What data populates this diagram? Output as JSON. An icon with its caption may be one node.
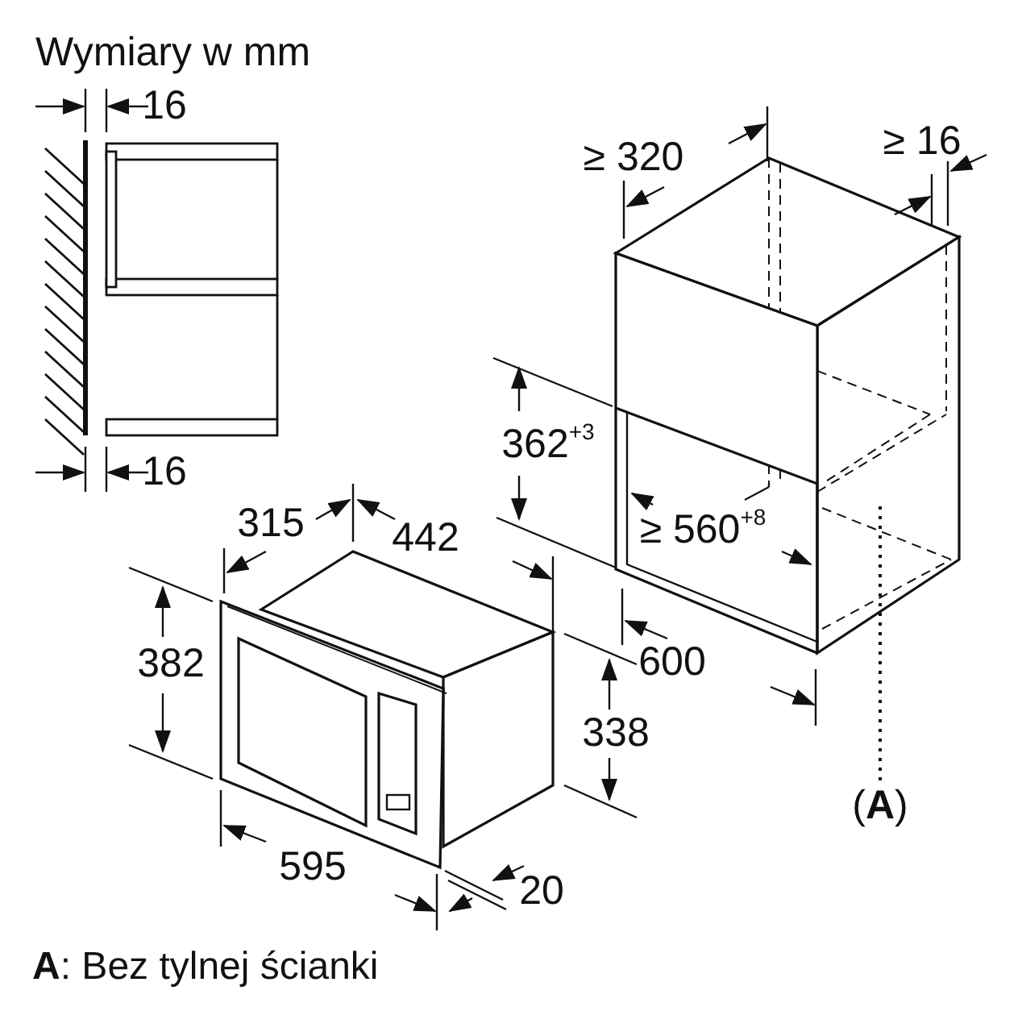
{
  "diagram": {
    "title": "Wymiary w mm",
    "caption": "**A**: Bez tylnej ścianki",
    "nodes": [
      {
        "text": [
          "(**A**)"
        ]
      },
      {
        "text": [],
        "shape": "picture"
      }
    ],
    "edges": [
      {
        "from": 0,
        "to": 1,
        "arrow": "none",
        "style": "dashed"
      }
    ],
    "labels": [
      "16",
      "≥ 16",
      "≥ 320",
      "362$^{+3}$",
      "16",
      "315",
      "442",
      "≥ 560$^{+8}$",
      "382",
      "600",
      "338",
      "595",
      "20"
    ]
  }
}
